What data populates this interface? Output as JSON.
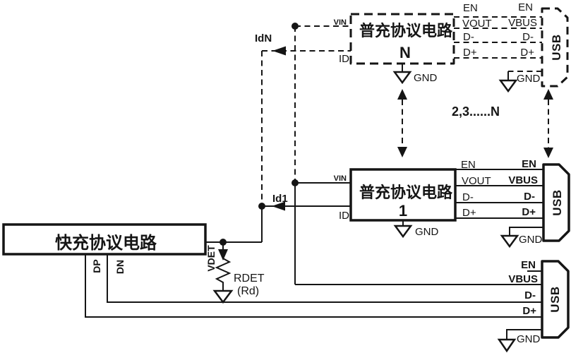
{
  "palette": {
    "bg": "#ffffff",
    "ink": "#151515"
  },
  "note": {
    "repeat": "2,3......N"
  },
  "blocks": {
    "fast": {
      "title": "快充协议电路"
    },
    "normal1": {
      "title": "普充协议电路",
      "instance": "1"
    },
    "normaln": {
      "title": "普充协议电路",
      "instance": "N"
    }
  },
  "pins": {
    "vin": "VIN",
    "id": "ID",
    "en": "EN",
    "vout": "VOUT",
    "vbus": "VBUS",
    "d_minus": "D-",
    "d_plus": "D+",
    "gnd": "GND",
    "dp": "DP",
    "dn": "DN"
  },
  "connector": {
    "label": "USB"
  },
  "currents": {
    "idn": "IdN",
    "id1": "Id1"
  },
  "detector": {
    "node": "VDET",
    "name": "RDET",
    "value": "(Rd)"
  }
}
